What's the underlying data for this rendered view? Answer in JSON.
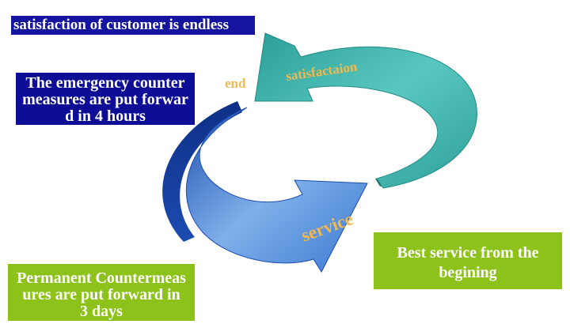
{
  "title_banner": "satisfaction of customer is endless",
  "emergency_box": {
    "lines": [
      "The emergency counter",
      "measures are put forwar",
      "d  in 4 hours"
    ]
  },
  "permanent_box": {
    "lines": [
      "Permanent Countermeas",
      "ures are put forward in",
      "3 days"
    ]
  },
  "best_service_box": {
    "lines": [
      "Best service from the",
      "begining"
    ]
  },
  "arrow_labels": {
    "end": "end",
    "satisfaction": "satisfactaion",
    "service": "service"
  },
  "colors": {
    "teal_arrow": "#3fb3ac",
    "blue_arrow": "#4a86d6",
    "dark_blue_box": "#0d0d96",
    "green_box": "#8dc21a",
    "label_orange": "#f2b94a"
  }
}
